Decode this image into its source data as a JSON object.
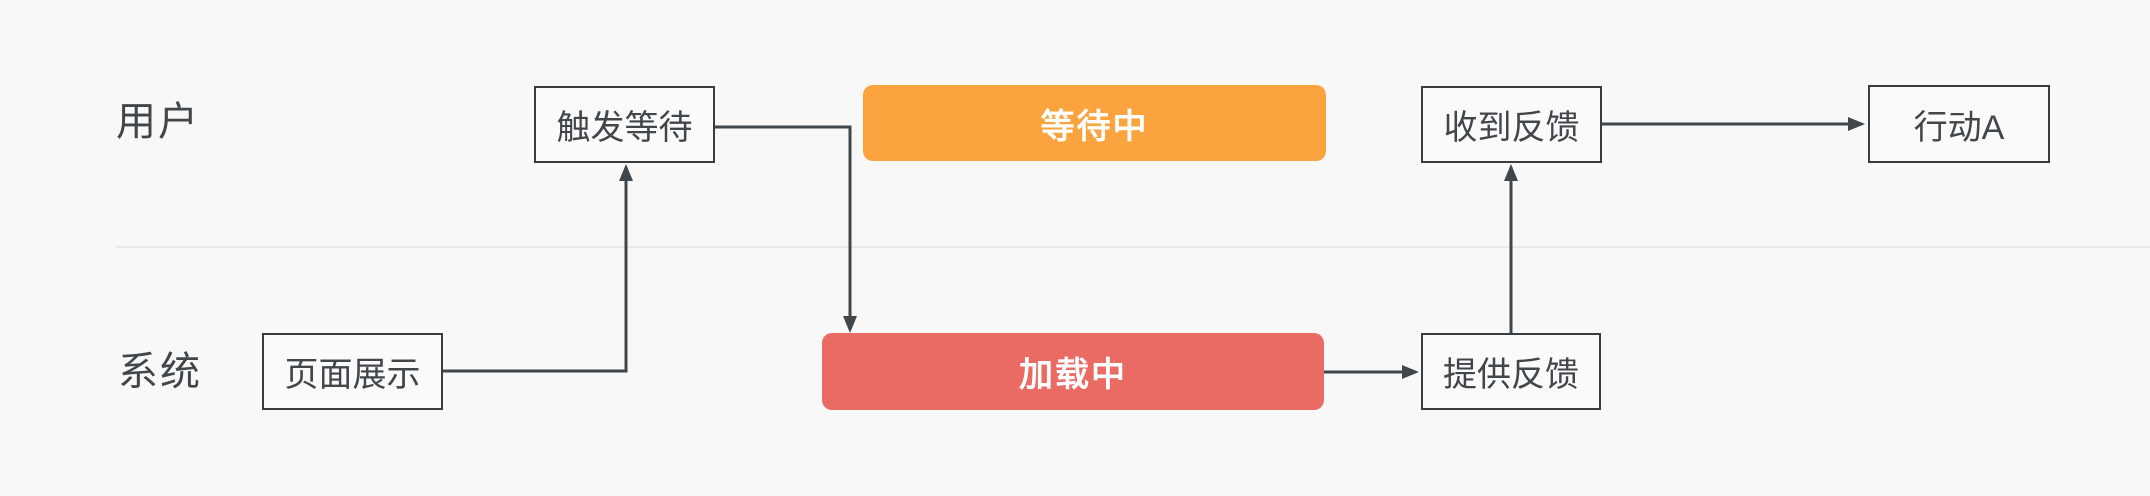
{
  "diagram": {
    "title": "loading-feedback-flow",
    "lanes": [
      {
        "label": "用户"
      },
      {
        "label": "系统"
      }
    ],
    "nodes": [
      {
        "id": "page-display",
        "label": "页面展示",
        "lane": "系统",
        "type": "box"
      },
      {
        "id": "trigger-wait",
        "label": "触发等待",
        "lane": "用户",
        "type": "box"
      },
      {
        "id": "waiting",
        "label": "等待中",
        "lane": "用户",
        "type": "pill",
        "fill": "#fba43f"
      },
      {
        "id": "loading",
        "label": "加载中",
        "lane": "系统",
        "type": "pill",
        "fill": "#ea6b64"
      },
      {
        "id": "provide-feedback",
        "label": "提供反馈",
        "lane": "系统",
        "type": "box"
      },
      {
        "id": "receive-feedback",
        "label": "收到反馈",
        "lane": "用户",
        "type": "box"
      },
      {
        "id": "action-a",
        "label": "行动A",
        "lane": "用户",
        "type": "box"
      }
    ],
    "edges": [
      {
        "from": "页面展示",
        "to": "触发等待"
      },
      {
        "from": "触发等待",
        "to": "加载中"
      },
      {
        "from": "加载中",
        "to": "提供反馈"
      },
      {
        "from": "提供反馈",
        "to": "收到反馈"
      },
      {
        "from": "收到反馈",
        "to": "行动A"
      }
    ]
  },
  "colors": {
    "canvas_bg": "#f8f8f8",
    "divider": "#e8e8e8",
    "node_fill": "#fafafa",
    "node_border": "#383d42",
    "text": "#41464b",
    "connector": "#41464b",
    "waiting_fill": "#fba43f",
    "loading_fill": "#ea6b64",
    "pill_text": "#ffffff"
  }
}
